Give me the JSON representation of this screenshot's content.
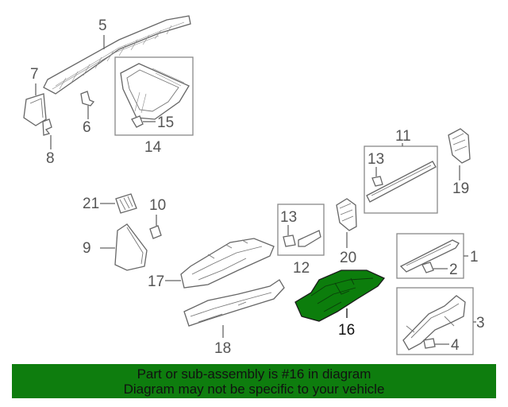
{
  "callouts": [
    {
      "id": "1",
      "label": "1"
    },
    {
      "id": "2",
      "label": "2"
    },
    {
      "id": "3",
      "label": "3"
    },
    {
      "id": "4",
      "label": "4"
    },
    {
      "id": "5",
      "label": "5"
    },
    {
      "id": "6",
      "label": "6"
    },
    {
      "id": "7",
      "label": "7"
    },
    {
      "id": "8",
      "label": "8"
    },
    {
      "id": "9",
      "label": "9"
    },
    {
      "id": "10",
      "label": "10"
    },
    {
      "id": "11",
      "label": "11"
    },
    {
      "id": "12",
      "label": "12"
    },
    {
      "id": "13a",
      "label": "13"
    },
    {
      "id": "13b",
      "label": "13"
    },
    {
      "id": "14",
      "label": "14"
    },
    {
      "id": "15",
      "label": "15"
    },
    {
      "id": "16",
      "label": "16"
    },
    {
      "id": "17",
      "label": "17"
    },
    {
      "id": "18",
      "label": "18"
    },
    {
      "id": "19",
      "label": "19"
    },
    {
      "id": "20",
      "label": "20"
    },
    {
      "id": "21",
      "label": "21"
    }
  ],
  "highlighted_part": "16",
  "colors": {
    "highlight": "#0c7d0c",
    "banner": "#0e7d0e",
    "linework": "#666666"
  },
  "banner": {
    "line1": "Part or sub-assembly is #16 in diagram",
    "line2": "Diagram may not be specific to your vehicle"
  }
}
